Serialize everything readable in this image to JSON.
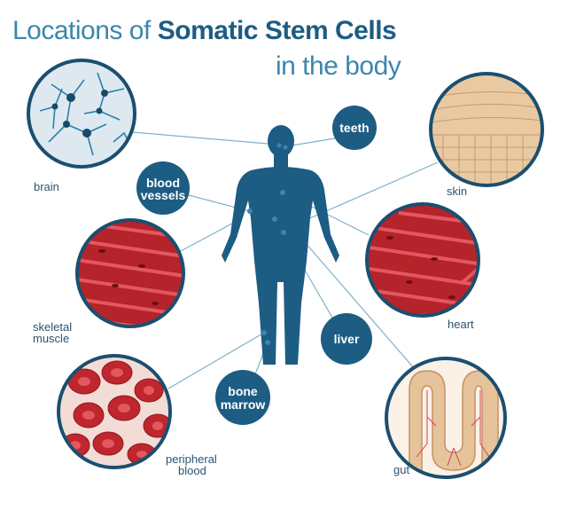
{
  "title": {
    "prefix": "Locations of",
    "emphasis": "Somatic Stem Cells",
    "suffix": "in the body"
  },
  "labels": {
    "brain": "brain",
    "skin": "skin",
    "skeletal_muscle_1": "skeletal",
    "skeletal_muscle_2": "muscle",
    "heart": "heart",
    "peripheral_blood_1": "peripheral",
    "peripheral_blood_2": "blood",
    "gut": "gut"
  },
  "bubbles": {
    "teeth": "teeth",
    "blood_vessels_1": "blood",
    "blood_vessels_2": "vessels",
    "liver": "liver",
    "bone_marrow_1": "bone",
    "bone_marrow_2": "marrow"
  },
  "colors": {
    "body": "#1d5c83",
    "bubble": "#1d5c83",
    "ring": "#1a4f70",
    "muscle": "#c5282f",
    "skin": "#e9c9a1",
    "neuron": "#2a7fb0"
  }
}
